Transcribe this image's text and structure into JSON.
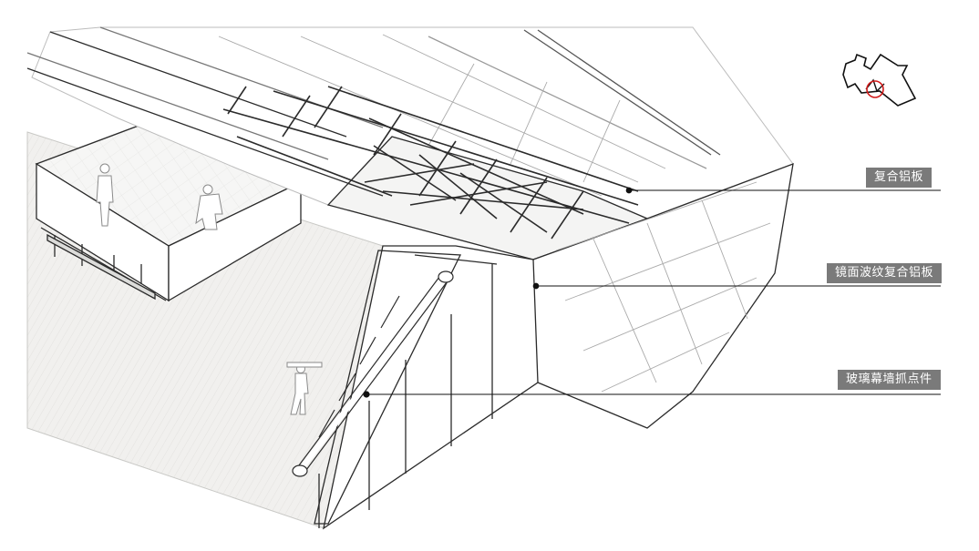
{
  "callouts": [
    {
      "text": "复合铝板"
    },
    {
      "text": "镜面波纹复合铝板"
    },
    {
      "text": "玻璃幕墙抓点件"
    }
  ],
  "colors": {
    "line": "#2b2b2b",
    "light_line": "#9a9a9a",
    "floor_fill": "#f0efed",
    "panel_fill": "#ffffff",
    "tag_bg": "#7a7a7a",
    "marker": "#d11a1a"
  }
}
